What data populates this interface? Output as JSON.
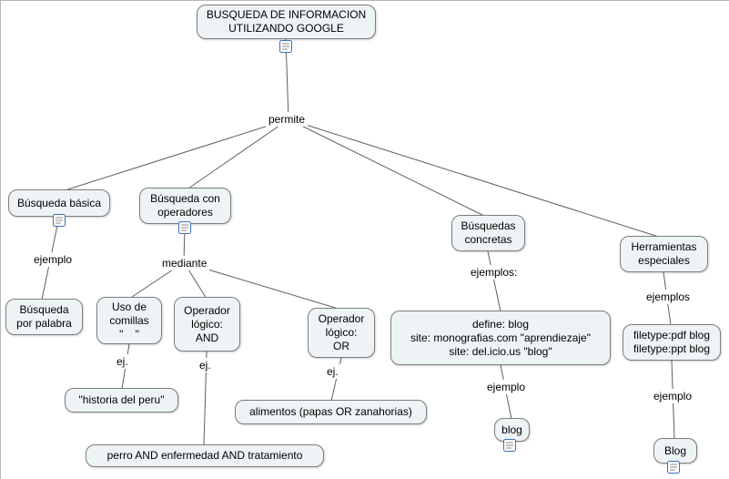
{
  "nodes": {
    "root": {
      "label": "BUSQUEDA DE INFORMACION\nUTILIZANDO GOOGLE"
    },
    "busqueda_basica": {
      "label": "Búsqueda básica"
    },
    "busqueda_operadores": {
      "label": "Búsqueda con\noperadores"
    },
    "busquedas_concretas": {
      "label": "Búsquedas\nconcretas"
    },
    "herramientas_especiales": {
      "label": "Herramientas\nespeciales"
    },
    "busqueda_palabra": {
      "label": "Búsqueda\npor palabra"
    },
    "uso_comillas": {
      "label": "Uso de\ncomillas\n\"    \""
    },
    "operador_and": {
      "label": "Operador\nlógico:\nAND"
    },
    "operador_or": {
      "label": "Operador\nlógico:\nOR"
    },
    "define_sites": {
      "label": "define: blog\nsite: monografias.com \"aprendiezaje\"\nsite: del.icio.us \"blog\""
    },
    "historia_peru": {
      "label": "\"historia del peru\""
    },
    "alimentos_or": {
      "label": "alimentos (papas OR zanahorias)"
    },
    "perro_and": {
      "label": "perro AND enfermedad AND tratamiento"
    },
    "filetype": {
      "label": "filetype:pdf blog\nfiletype:ppt blog"
    },
    "blog_lower": {
      "label": "blog"
    },
    "blog_cap": {
      "label": "Blog"
    }
  },
  "link_labels": {
    "permite": "permite",
    "ejemplo_basica": "ejemplo",
    "mediante": "mediante",
    "ej_comillas": "ej.",
    "ej_and": "ej.",
    "ej_or": "ej.",
    "ejemplos_concretas": "ejemplos:",
    "ejemplo_blog": "ejemplo",
    "ejemplos_herramientas": "ejemplos",
    "ejemplo_blog_cap": "ejemplo"
  },
  "icons": {
    "resource_icon_name": "document-resource-icon"
  },
  "colors": {
    "node_fill": "#eef4f6",
    "node_border": "#7d7d7d",
    "line": "#5f5f5f",
    "icon_border": "#3b6fb5"
  }
}
